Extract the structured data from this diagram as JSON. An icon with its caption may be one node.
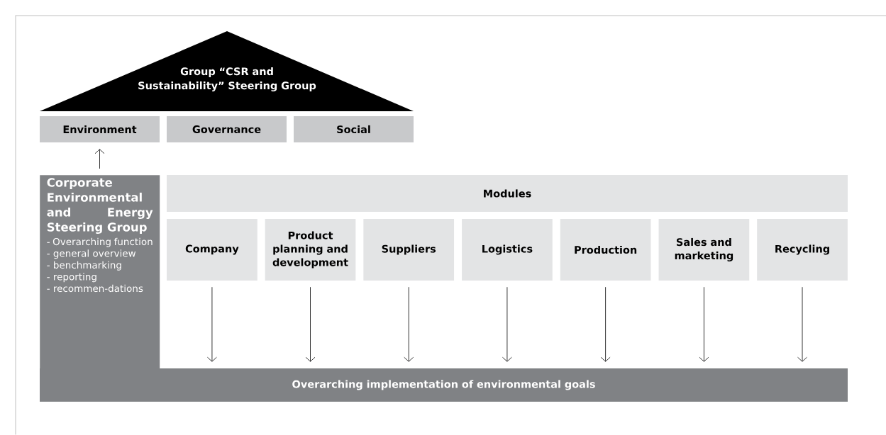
{
  "diagram": {
    "nodes": [
      {
        "text": [
          "Group “CSR and Sustainability” Steering Group"
        ]
      },
      {
        "text": [
          "Environment"
        ]
      },
      {
        "text": [
          "Governance"
        ]
      },
      {
        "text": [
          "Social"
        ]
      },
      {
        "text": [
          "Corporate Environmental and Energy Steering Group",
          "- Overarching function",
          "- general overview",
          "- benchmarking",
          "- reporting",
          "- recommen-dations"
        ]
      },
      {
        "text": [
          "Modules"
        ]
      },
      {
        "text": [
          "Company"
        ]
      },
      {
        "text": [
          "Product planning and development"
        ]
      },
      {
        "text": [
          "Suppliers"
        ]
      },
      {
        "text": [
          "Logistics"
        ]
      },
      {
        "text": [
          "Production"
        ]
      },
      {
        "text": [
          "Sales and marketing"
        ]
      },
      {
        "text": [
          "Recycling"
        ]
      },
      {
        "text": [
          "Overarching implementation of environmental goals"
        ]
      }
    ],
    "edges": [
      {
        "from": 4,
        "to": 1,
        "arrow": "to"
      },
      {
        "from": 6,
        "to": 13,
        "arrow": "to"
      },
      {
        "from": 7,
        "to": 13,
        "arrow": "to"
      },
      {
        "from": 8,
        "to": 13,
        "arrow": "to"
      },
      {
        "from": 9,
        "to": 13,
        "arrow": "to"
      },
      {
        "from": 10,
        "to": 13,
        "arrow": "to"
      },
      {
        "from": 11,
        "to": 13,
        "arrow": "to"
      },
      {
        "from": 12,
        "to": 13,
        "arrow": "to"
      }
    ]
  }
}
